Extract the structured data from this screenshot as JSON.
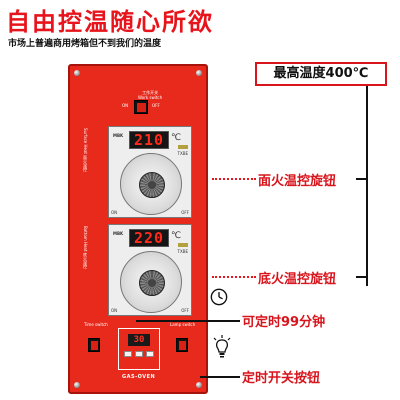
{
  "header": {
    "title": "自由控温随心所欲",
    "subtitle": "市场上普遍商用烤箱但不到我们的温度"
  },
  "panel": {
    "power_switch": {
      "label": "工作开关",
      "label_en": "Work switch",
      "off_label": "OFF",
      "on_label": "ON"
    },
    "top_controller": {
      "side_label": "Surface Heat 面火温控",
      "temperature": "210",
      "unit": "℃",
      "brand": "MBK",
      "model": "TXBE",
      "on_label": "ON",
      "off_label": "OFF"
    },
    "bottom_controller": {
      "side_label": "Bottom Heat 底火温控",
      "temperature": "220",
      "unit": "℃",
      "brand": "MBK",
      "model": "TXBE",
      "on_label": "ON",
      "off_label": "OFF"
    },
    "timer": {
      "label": "Time switch",
      "display": "30",
      "brand": "GAS-OVEN"
    },
    "lamp": {
      "label": "Lamp switch"
    }
  },
  "callouts": {
    "max_temp": "最高温度400℃",
    "top_knob": "面火温控旋钮",
    "bottom_knob": "底火温控旋钮",
    "timer": "可定时99分钟",
    "timer_button": "定时开关按钮"
  },
  "colors": {
    "accent_red": "#e8141c",
    "panel_red": "#e82a1c",
    "display_red": "#ff2a1a"
  },
  "icons": [
    "clock-icon",
    "lightbulb-icon"
  ]
}
